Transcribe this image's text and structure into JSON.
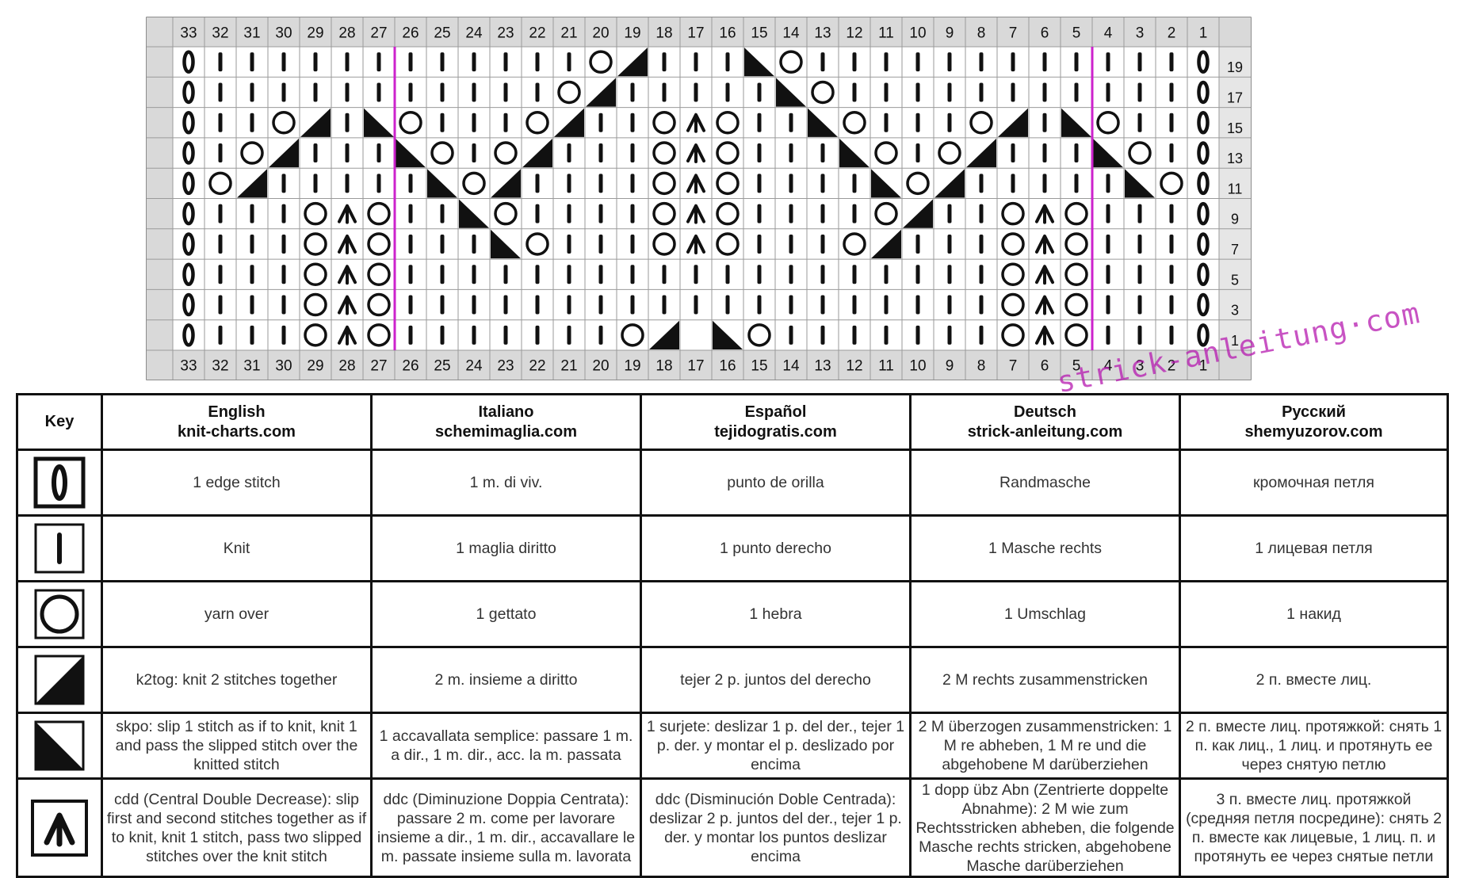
{
  "chart_data": {
    "type": "knitting-chart",
    "columns": [
      33,
      32,
      31,
      30,
      29,
      28,
      27,
      26,
      25,
      24,
      23,
      22,
      21,
      20,
      19,
      18,
      17,
      16,
      15,
      14,
      13,
      12,
      11,
      10,
      9,
      8,
      7,
      6,
      5,
      4,
      3,
      2,
      1
    ],
    "rows": [
      19,
      17,
      15,
      13,
      11,
      9,
      7,
      5,
      3,
      1
    ],
    "pattern_repeat_border_columns": [
      26,
      4
    ],
    "symbols": {
      "E": "edge-stitch",
      "K": "knit",
      "O": "yarn-over",
      "R": "k2tog",
      "L": "skpo",
      "A": "cdd",
      ".": "blank"
    },
    "grid": [
      [
        "E",
        "K",
        "K",
        "K",
        "K",
        "K",
        "K",
        "K",
        "K",
        "K",
        "K",
        "K",
        "K",
        "O",
        "R",
        "K",
        "K",
        "K",
        "L",
        "O",
        "K",
        "K",
        "K",
        "K",
        "K",
        "K",
        "K",
        "K",
        "K",
        "K",
        "K",
        "K",
        "E"
      ],
      [
        "E",
        "K",
        "K",
        "K",
        "K",
        "K",
        "K",
        "K",
        "K",
        "K",
        "K",
        "K",
        "O",
        "R",
        "K",
        "K",
        "K",
        "K",
        "K",
        "L",
        "O",
        "K",
        "K",
        "K",
        "K",
        "K",
        "K",
        "K",
        "K",
        "K",
        "K",
        "K",
        "E"
      ],
      [
        "E",
        "K",
        "K",
        "O",
        "R",
        "K",
        "L",
        "O",
        "K",
        "K",
        "K",
        "O",
        "R",
        "K",
        "K",
        "O",
        "A",
        "O",
        "K",
        "K",
        "L",
        "O",
        "K",
        "K",
        "K",
        "O",
        "R",
        "K",
        "L",
        "O",
        "K",
        "K",
        "E"
      ],
      [
        "E",
        "K",
        "O",
        "R",
        "K",
        "K",
        "K",
        "L",
        "O",
        "K",
        "O",
        "R",
        "K",
        "K",
        "K",
        "O",
        "A",
        "O",
        "K",
        "K",
        "K",
        "L",
        "O",
        "K",
        "O",
        "R",
        "K",
        "K",
        "K",
        "L",
        "O",
        "K",
        "E"
      ],
      [
        "E",
        "O",
        "R",
        "K",
        "K",
        "K",
        "K",
        "K",
        "L",
        "O",
        "R",
        "K",
        "K",
        "K",
        "K",
        "O",
        "A",
        "O",
        "K",
        "K",
        "K",
        "K",
        "L",
        "O",
        "R",
        "K",
        "K",
        "K",
        "K",
        "K",
        "L",
        "O",
        "E"
      ],
      [
        "E",
        "K",
        "K",
        "K",
        "O",
        "A",
        "O",
        "K",
        "K",
        "L",
        "O",
        "K",
        "K",
        "K",
        "K",
        "O",
        "A",
        "O",
        "K",
        "K",
        "K",
        "K",
        "O",
        "R",
        "K",
        "K",
        "O",
        "A",
        "O",
        "K",
        "K",
        "K",
        "E"
      ],
      [
        "E",
        "K",
        "K",
        "K",
        "O",
        "A",
        "O",
        "K",
        "K",
        "K",
        "L",
        "O",
        "K",
        "K",
        "K",
        "O",
        "A",
        "O",
        "K",
        "K",
        "K",
        "O",
        "R",
        "K",
        "K",
        "K",
        "O",
        "A",
        "O",
        "K",
        "K",
        "K",
        "E"
      ],
      [
        "E",
        "K",
        "K",
        "K",
        "O",
        "A",
        "O",
        "K",
        "K",
        "K",
        "K",
        "K",
        "K",
        "K",
        "K",
        "K",
        "K",
        "K",
        "K",
        "K",
        "K",
        "K",
        "K",
        "K",
        "K",
        "K",
        "O",
        "A",
        "O",
        "K",
        "K",
        "K",
        "E"
      ],
      [
        "E",
        "K",
        "K",
        "K",
        "O",
        "A",
        "O",
        "K",
        "K",
        "K",
        "K",
        "K",
        "K",
        "K",
        "K",
        "K",
        "K",
        "K",
        "K",
        "K",
        "K",
        "K",
        "K",
        "K",
        "K",
        "K",
        "O",
        "A",
        "O",
        "K",
        "K",
        "K",
        "E"
      ],
      [
        "E",
        "K",
        "K",
        "K",
        "O",
        "A",
        "O",
        "K",
        "K",
        "K",
        "K",
        "K",
        "K",
        "K",
        "O",
        "R",
        ".",
        "L",
        "O",
        "K",
        "K",
        "K",
        "K",
        "K",
        "K",
        "K",
        "O",
        "A",
        "O",
        "K",
        "K",
        "K",
        "E"
      ]
    ]
  },
  "watermark": "strick-anleitung·com",
  "key_table": {
    "key_header": "Key",
    "columns": [
      {
        "lang": "English",
        "site": "knit-charts.com"
      },
      {
        "lang": "Italiano",
        "site": "schemimaglia.com"
      },
      {
        "lang": "Español",
        "site": "tejidogratis.com"
      },
      {
        "lang": "Deutsch",
        "site": "strick-anleitung.com"
      },
      {
        "lang": "Русский",
        "site": "shemyuzorov.com"
      }
    ],
    "rows": [
      {
        "symbol": "edge-stitch",
        "cells": [
          "1 edge stitch",
          "1 m. di viv.",
          "punto de orilla",
          "Randmasche",
          "кромочная петля"
        ]
      },
      {
        "symbol": "knit",
        "cells": [
          "Knit",
          "1 maglia diritto",
          "1 punto derecho",
          "1 Masche rechts",
          "1 лицевая петля"
        ]
      },
      {
        "symbol": "yarn-over",
        "cells": [
          "yarn over",
          "1 gettato",
          "1 hebra",
          "1 Umschlag",
          "1 накид"
        ]
      },
      {
        "symbol": "k2tog",
        "cells": [
          "k2tog: knit 2 stitches together",
          "2 m. insieme a diritto",
          "tejer 2 p. juntos del derecho",
          "2 M rechts zusammenstricken",
          "2 п. вместе лиц."
        ]
      },
      {
        "symbol": "skpo",
        "cells": [
          "skpo: slip 1 stitch as if to knit, knit 1 and pass the slipped stitch over the knitted stitch",
          "1 accavallata semplice: passare 1 m. a dir., 1 m. dir., acc. la m. passata",
          "1 surjete: deslizar 1 p. del der., tejer 1 p. der. y montar el p. deslizado por encima",
          "2 M überzogen zusammenstricken: 1 M re abheben, 1 M re und die abgehobene M darüberziehen",
          "2 п. вместе лиц. протяжкой: снять 1 п. как лиц., 1 лиц. и протянуть ее через снятую петлю"
        ]
      },
      {
        "symbol": "cdd",
        "cells": [
          "cdd (Central Double Decrease): slip first and second stitches together as if to knit, knit 1 stitch, pass two slipped stitches over the knit stitch",
          "ddc (Diminuzione Doppia Centrata): passare 2 m. come per lavorare insieme a dir., 1 m. dir., accavallare le m. passate insieme sulla m. lavorata",
          "ddc (Disminución Doble Centrada): deslizar 2 p. juntos del der., tejer 1 p. der. y montar los puntos deslizar encima",
          "1 dopp übz Abn (Zentrierte doppelte Abnahme): 2 M wie zum Rechtsstricken abheben, die folgende Masche rechts stricken, abgehobene Masche darüberziehen",
          "3 п. вместе лиц. протяжкой (средняя петля посредине): снять 2 п. вместе как лицевые, 1 лиц. п. и протянуть ее через снятые петли"
        ]
      }
    ]
  }
}
